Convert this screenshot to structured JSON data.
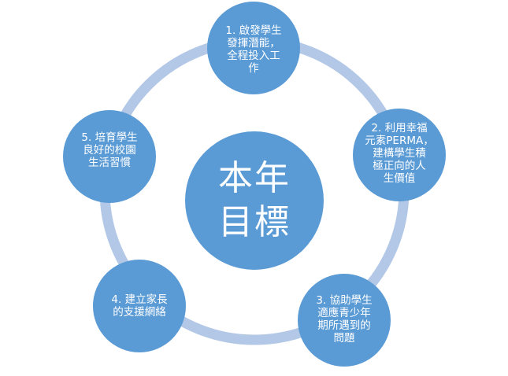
{
  "diagram": {
    "center_label": "本年\n目標",
    "nodes": [
      {
        "label": "1. 啟發學生\n發揮潛能，\n全程投入工\n作"
      },
      {
        "label": "2. 利用幸福\n元素PERMA，\n建構學生積\n極正向的人\n生價值"
      },
      {
        "label": "3. 協助學生\n適應青少年\n期所遇到的\n問題"
      },
      {
        "label": "4.  建立家長\n的支援網絡"
      },
      {
        "label": "5. 培育學生\n良好的校園\n生活習慣"
      }
    ],
    "colors": {
      "node": "#5b9bd5",
      "ring": "#b3c8e6",
      "text": "#ffffff"
    }
  }
}
